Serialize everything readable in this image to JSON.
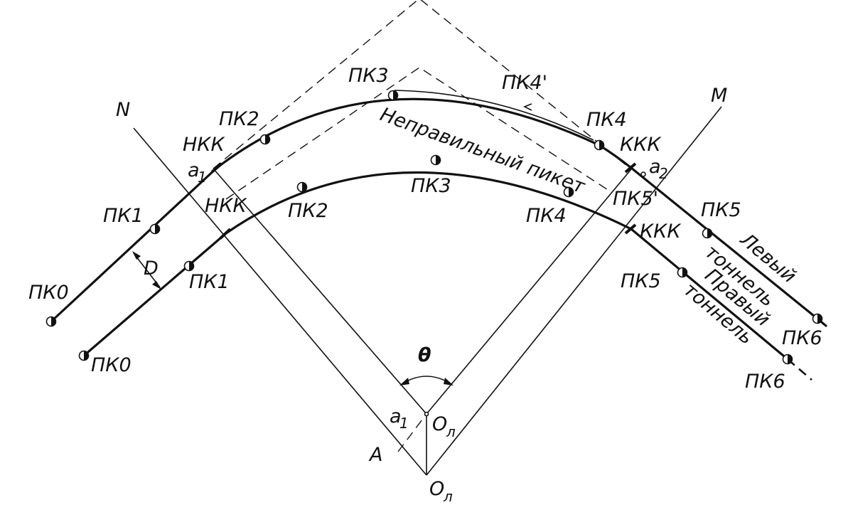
{
  "diagram": {
    "labels": {
      "N": "N",
      "M": "M",
      "A": "A",
      "theta": "θ",
      "D": "D",
      "O_l_upper": "O",
      "O_l_upper_sub": "л",
      "O_l_lower": "O",
      "O_l_lower_sub": "л",
      "a1_upper": "a",
      "a1_upper_sub": "1",
      "a1_lower": "a",
      "a1_lower_sub": "1",
      "a2": "a",
      "a2_sub": "2",
      "left_tunnel": {
        "PK0": "ПК0",
        "PK1": "ПК1",
        "PK2": "ПК2",
        "PK3": "ПК3",
        "PK4": "ПК4",
        "PK4_prime": "ПК4'",
        "PK5": "ПК5",
        "PK5_prime": "ПК5'",
        "PK6": "ПК6",
        "NKK": "НКК",
        "KKK": "ККК",
        "name_line1": "Левый",
        "name_line2": "тоннель",
        "wrong_picket": "Неправильный пикет"
      },
      "right_tunnel": {
        "PK0": "ПК0",
        "PK1": "ПК1",
        "PK2": "ПК2",
        "PK3": "ПК3",
        "PK4": "ПК4",
        "PK5": "ПК5",
        "PK6": "ПК6",
        "NKK": "НКК",
        "KKK": "ККК",
        "name_line1": "Правый",
        "name_line2": "тоннель"
      }
    }
  }
}
